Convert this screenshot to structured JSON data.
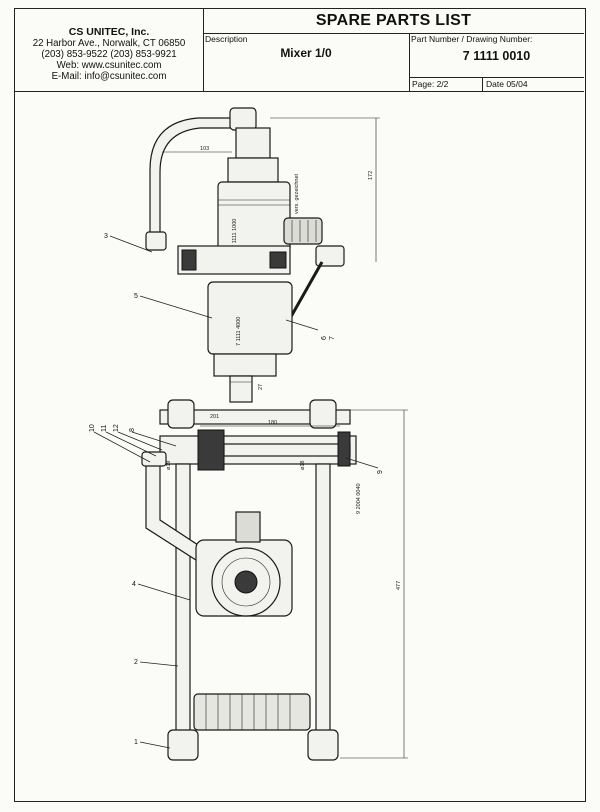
{
  "header": {
    "company_name": "CS UNITEC, Inc.",
    "address": "22 Harbor Ave., Norwalk, CT 06850",
    "phones": "(203) 853-9522    (203) 853-9921",
    "web": "Web: www.csunitec.com",
    "email": "E-Mail: info@csunitec.com",
    "title": "SPARE PARTS LIST",
    "description_label": "Description",
    "description_value": "Mixer  1/0",
    "part_number_label": "Part Number / Drawing Number:",
    "part_number_value": "7 1111 0010",
    "page": "Page: 2/2",
    "date": "Date 05/04"
  },
  "callouts": [
    "1",
    "2",
    "3",
    "4",
    "5",
    "6",
    "7",
    "8",
    "9",
    "10",
    "11",
    "12"
  ],
  "drawing_text": {
    "motor_upper_label": "7 1111 1000",
    "motor_lower_label": "7 1111 4000",
    "spindle_label": "9 2004 0040",
    "vers_note": "vers. gezeichnet",
    "dim_103": "103",
    "dim_172": "172",
    "dim_201": "201",
    "dim_180": "180",
    "dim_477": "477",
    "dim_18": "18",
    "dim_b18": "ø18",
    "dim_b19": "ø19",
    "dim_27": "27"
  }
}
